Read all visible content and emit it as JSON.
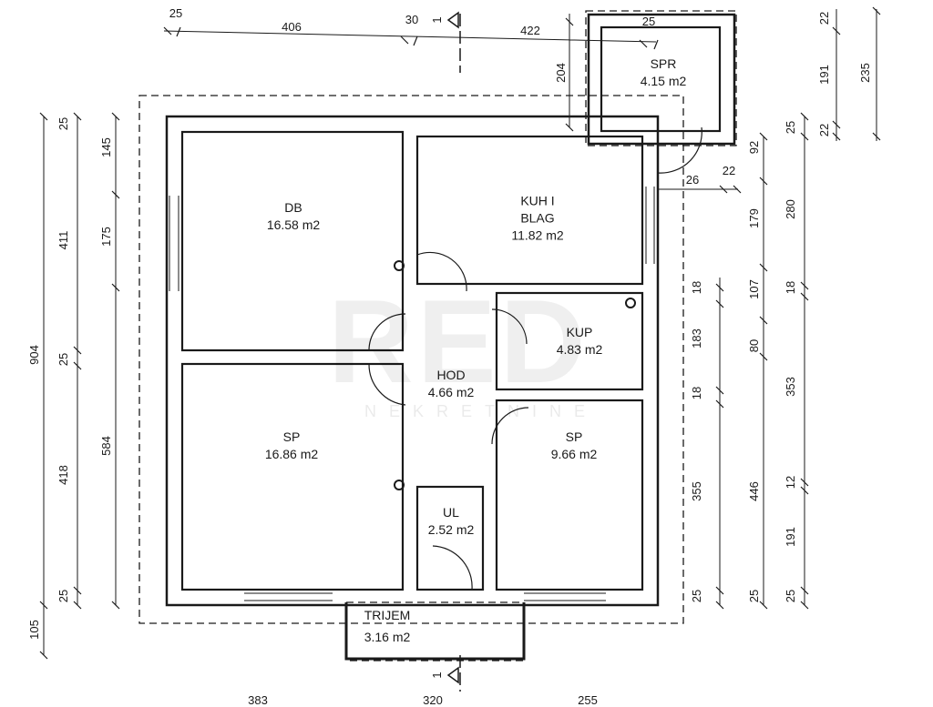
{
  "rooms": {
    "db": {
      "name": "DB",
      "area": "16.58 m2"
    },
    "kuh": {
      "name": "KUH I",
      "name2": "BLAG",
      "area": "11.82 m2"
    },
    "kup": {
      "name": "KUP",
      "area": "4.83 m2"
    },
    "hod": {
      "name": "HOD",
      "area": "4.66 m2"
    },
    "sp_left": {
      "name": "SP",
      "area": "16.86 m2"
    },
    "sp_right": {
      "name": "SP",
      "area": "9.66 m2"
    },
    "ul": {
      "name": "UL",
      "area": "2.52 m2"
    },
    "spr": {
      "name": "SPR",
      "area": "4.15 m2"
    },
    "trijem": {
      "name": "TRIJEM",
      "area": "3.16 m2"
    }
  },
  "section_marker": "1",
  "dims": {
    "top": [
      "25",
      "406",
      "30",
      "422",
      "25",
      "204",
      "26",
      "22"
    ],
    "bottom": [
      "383",
      "320",
      "255"
    ],
    "left_outer": [
      "904",
      "105"
    ],
    "left_mid": [
      "25",
      "411",
      "25",
      "418",
      "25"
    ],
    "left_inner": [
      "145",
      "175",
      "584"
    ],
    "right_inner": [
      "18",
      "183",
      "18",
      "355",
      "25"
    ],
    "right_mid": [
      "92",
      "179",
      "107",
      "80",
      "446",
      "25"
    ],
    "right_outer": [
      "25",
      "280",
      "18",
      "353",
      "12",
      "191",
      "25"
    ],
    "spr_side": [
      "22",
      "191",
      "22"
    ],
    "spr_total": [
      "235"
    ]
  },
  "watermark": {
    "logo": "RED",
    "sub": "NEKRETNINE"
  },
  "colors": {
    "ink": "#1a1a1a",
    "paper": "#ffffff"
  }
}
